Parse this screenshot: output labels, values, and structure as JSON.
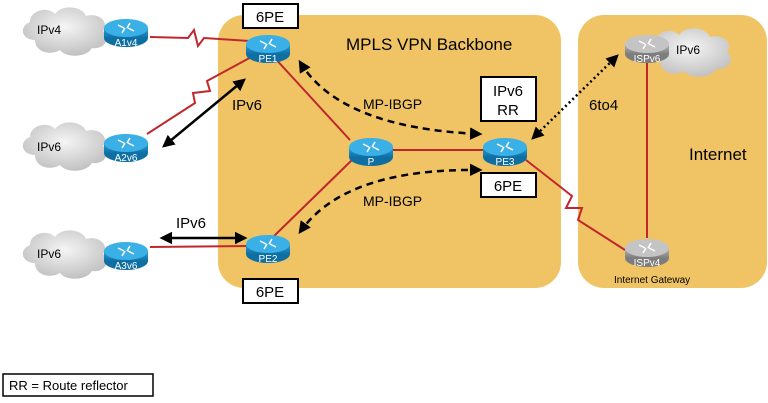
{
  "backbone": {
    "title": "MPLS VPN Backbone",
    "color": "#F0C465"
  },
  "internet": {
    "title": "Internet",
    "color": "#F0C465"
  },
  "routers": {
    "a1v4": "A1v4",
    "a2v6": "A2v6",
    "a3v6": "A3v6",
    "pe1": "PE1",
    "pe2": "PE2",
    "pe3": "PE3",
    "p": "P",
    "ispv6": "ISPv6",
    "ispv4": "ISPv4"
  },
  "clouds": {
    "a1": "IPv4",
    "a2": "IPv6",
    "a3": "IPv6",
    "isp": "IPv6"
  },
  "boxes": {
    "pe1_top": "6PE",
    "pe2_bottom": "6PE",
    "pe3_bottom": "6PE",
    "rr_line1": "IPv6",
    "rr_line2": "RR"
  },
  "labels": {
    "link_a2_pe1": "IPv6",
    "link_a3_pe2": "IPv6",
    "mp_ibgp_top": "MP-IBGP",
    "mp_ibgp_bottom": "MP-IBGP",
    "six_to_four": "6to4",
    "internet_gateway": "Internet Gateway"
  },
  "legend": "RR = Route reflector",
  "colors": {
    "router_blue": "#1E8FC9",
    "router_gray": "#9A9A9A",
    "link_red": "#C0272D",
    "cloud_gray": "#D4D4D4"
  }
}
